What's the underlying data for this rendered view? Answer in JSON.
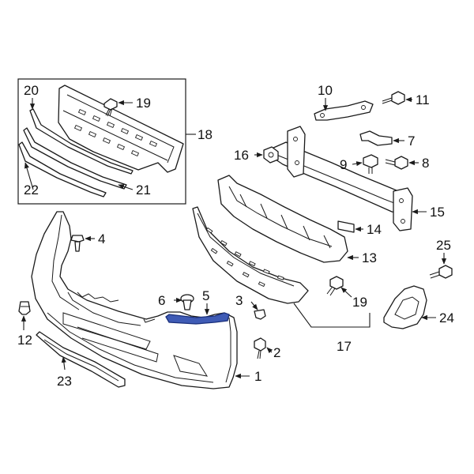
{
  "diagram": {
    "highlight_color": "#3f5bb5",
    "callouts": [
      "1",
      "2",
      "3",
      "4",
      "5",
      "6",
      "7",
      "8",
      "9",
      "10",
      "11",
      "12",
      "13",
      "14",
      "15",
      "16",
      "17",
      "18",
      "19",
      "19",
      "20",
      "21",
      "22",
      "23",
      "24",
      "25"
    ]
  }
}
